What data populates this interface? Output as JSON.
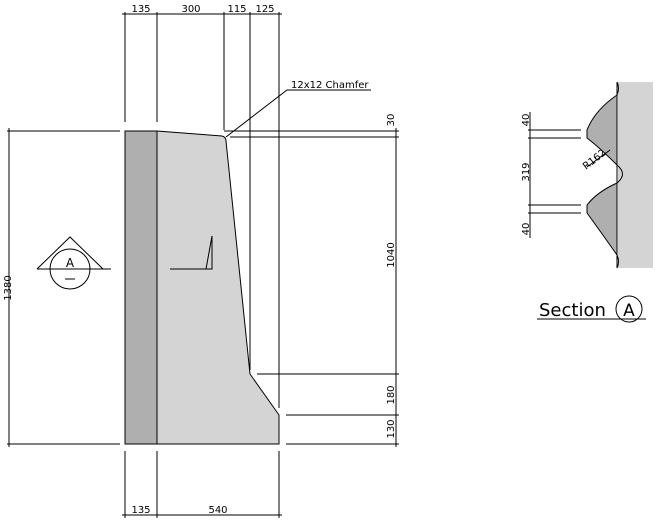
{
  "main_view": {
    "top_dims": [
      "135",
      "300",
      "115",
      "125"
    ],
    "bottom_dims": [
      "135",
      "540"
    ],
    "left_dim": "1380",
    "right_dims": [
      "30",
      "1040",
      "180",
      "130"
    ],
    "chamfer_label": "12x12 Chamfer",
    "section_marker": "A",
    "colors": {
      "facing": "#afafaf",
      "body": "#d4d4d4"
    }
  },
  "section": {
    "dims": [
      "40",
      "319",
      "40"
    ],
    "radius_label": "R162",
    "title": "Section",
    "marker": "A"
  }
}
